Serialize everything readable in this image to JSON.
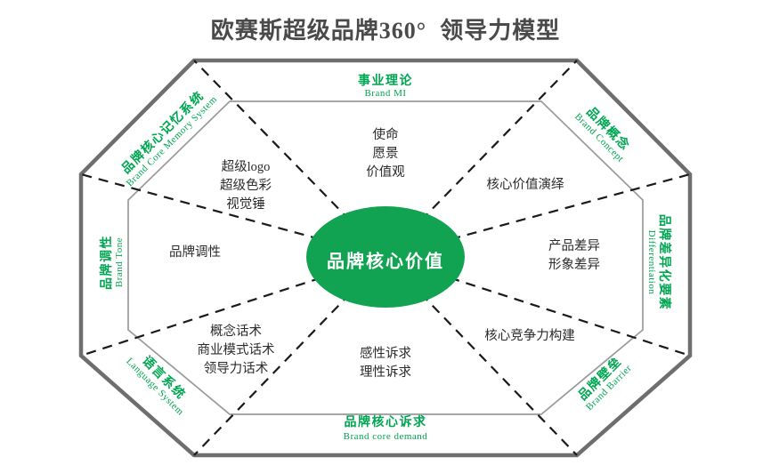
{
  "title": "欧赛斯超级品牌360°  领导力模型",
  "colors": {
    "accent_green": "#00A651",
    "core_fill": "#12A352",
    "outer_stroke": "#6e6e6e",
    "inner_stroke": "#9a9a9a",
    "dash_stroke": "#1a1a1a",
    "title_color": "#4a4a4a",
    "body_text": "#2b2b2b"
  },
  "core": {
    "label": "品牌核心价值"
  },
  "ring_labels": [
    {
      "id": "top",
      "cn": "事业理论",
      "en": "Brand MI",
      "rotation": 0
    },
    {
      "id": "top-right",
      "cn": "品牌概念",
      "en": "Brand Concept",
      "rotation": 45
    },
    {
      "id": "right",
      "cn": "品牌差异化要素",
      "en": "Differentiation",
      "rotation": 90
    },
    {
      "id": "bottom-right",
      "cn": "品牌壁垒",
      "en": "Brand Barrier",
      "rotation": -45
    },
    {
      "id": "bottom",
      "cn": "品牌核心诉求",
      "en": "Brand core demand",
      "rotation": 0
    },
    {
      "id": "bottom-left",
      "cn": "语言系统",
      "en": "Language System",
      "rotation": 45
    },
    {
      "id": "left",
      "cn": "品牌调性",
      "en": "Brand Tone",
      "rotation": -90
    },
    {
      "id": "top-left",
      "cn": "品牌核心记忆系统",
      "en": "Brand Core Memory System",
      "rotation": -45
    }
  ],
  "sectors": [
    {
      "id": "top",
      "lines": [
        "使命",
        "愿景",
        "价值观"
      ]
    },
    {
      "id": "top-right",
      "lines": [
        "核心价值演绎"
      ]
    },
    {
      "id": "right",
      "lines": [
        "产品差异",
        "形象差异"
      ]
    },
    {
      "id": "bottom-right",
      "lines": [
        "核心竞争力构建"
      ]
    },
    {
      "id": "bottom",
      "lines": [
        "感性诉求",
        "理性诉求"
      ]
    },
    {
      "id": "bottom-left",
      "lines": [
        "概念话术",
        "商业模式话术",
        "领导力话术"
      ]
    },
    {
      "id": "left",
      "lines": [
        "品牌调性"
      ]
    },
    {
      "id": "top-left",
      "lines": [
        "超级logo",
        "超级色彩",
        "视觉锤"
      ]
    }
  ]
}
